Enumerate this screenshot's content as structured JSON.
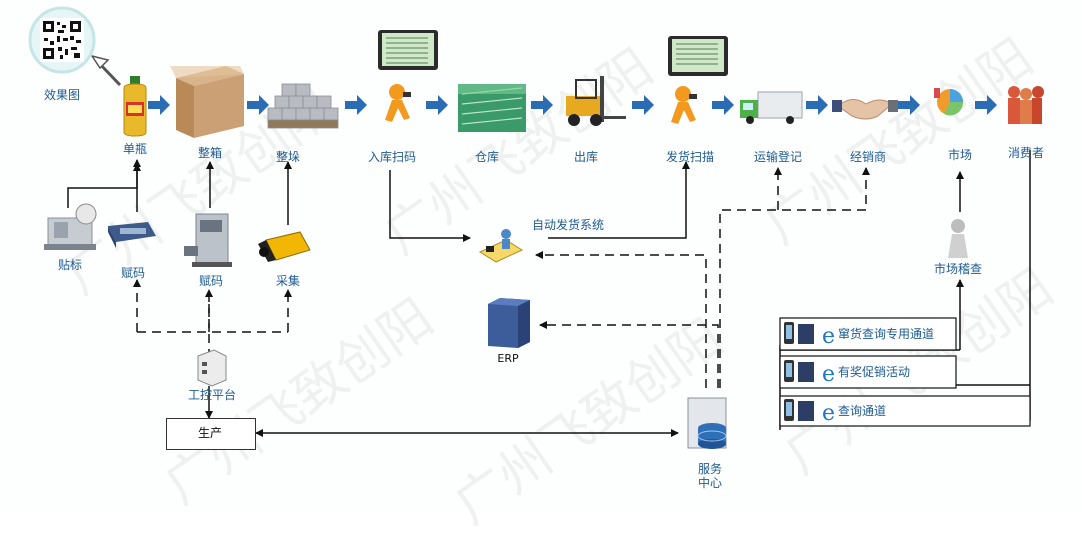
{
  "labels": {
    "effect": "效果图",
    "bottle": "单瓶",
    "carton": "整箱",
    "pallet": "整垛",
    "inbound": "入库扫码",
    "warehouse": "仓库",
    "outbound": "出库",
    "ship_scan": "发货扫描",
    "transport": "运输登记",
    "dealer": "经销商",
    "market": "市场",
    "consumer": "消费者",
    "labeler": "贴标",
    "coder1": "赋码",
    "coder2": "赋码",
    "camera": "采集",
    "auto_ship": "自动发货系统",
    "erp": "ERP",
    "ipc": "工控平台",
    "production": "生产",
    "server": "服务\n中心",
    "market_check": "市场稽查",
    "channel1": "窜货查询专用通道",
    "channel2": "有奖促销活动",
    "channel3": "查询通道"
  },
  "watermark": "广州飞致创阳",
  "colors": {
    "arrow": "#2a6db5",
    "label": "#1e5b93",
    "line": "#111111"
  }
}
